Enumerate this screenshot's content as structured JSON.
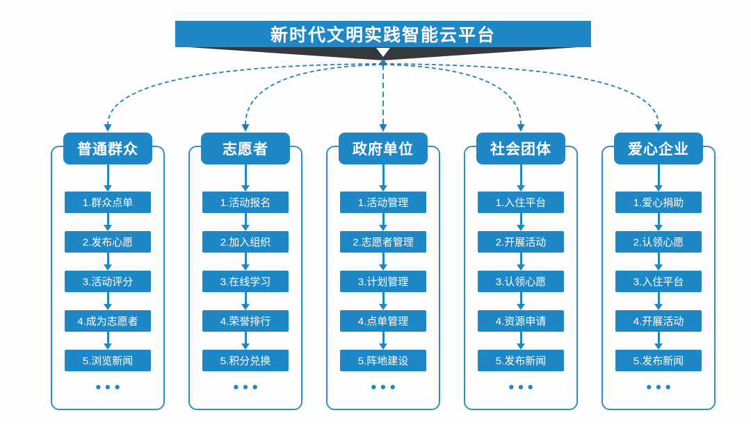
{
  "title": "新时代文明实践智能云平台",
  "ellipsis": "•••",
  "colors": {
    "primary_blue": "#1e87c5",
    "frame_border_blue": "#2e8ec9",
    "connector_blue": "#1e7fc0",
    "dark_band": "#35383d",
    "background": "#fdfdfd",
    "text_on_blue": "#ffffff"
  },
  "columns": [
    {
      "title": "普通群众",
      "items": [
        "1.群众点单",
        "2.发布心愿",
        "3.活动评分",
        "4.成为志愿者",
        "5.浏览新闻"
      ]
    },
    {
      "title": "志愿者",
      "items": [
        "1.活动报名",
        "2.加入组织",
        "3.在线学习",
        "4.荣誉排行",
        "5.积分兑换"
      ]
    },
    {
      "title": "政府单位",
      "items": [
        "1.活动管理",
        "2.志愿者管理",
        "3.计划管理",
        "4.点单管理",
        "5.阵地建设"
      ]
    },
    {
      "title": "社会团体",
      "items": [
        "1.入住平台",
        "2.开展活动",
        "3.认领心愿",
        "4.资源申请",
        "5.发布新闻"
      ]
    },
    {
      "title": "爱心企业",
      "items": [
        "1.爱心捐助",
        "2.认领心愿",
        "3.入住平台",
        "4.开展活动",
        "5.发布新闻"
      ]
    }
  ]
}
